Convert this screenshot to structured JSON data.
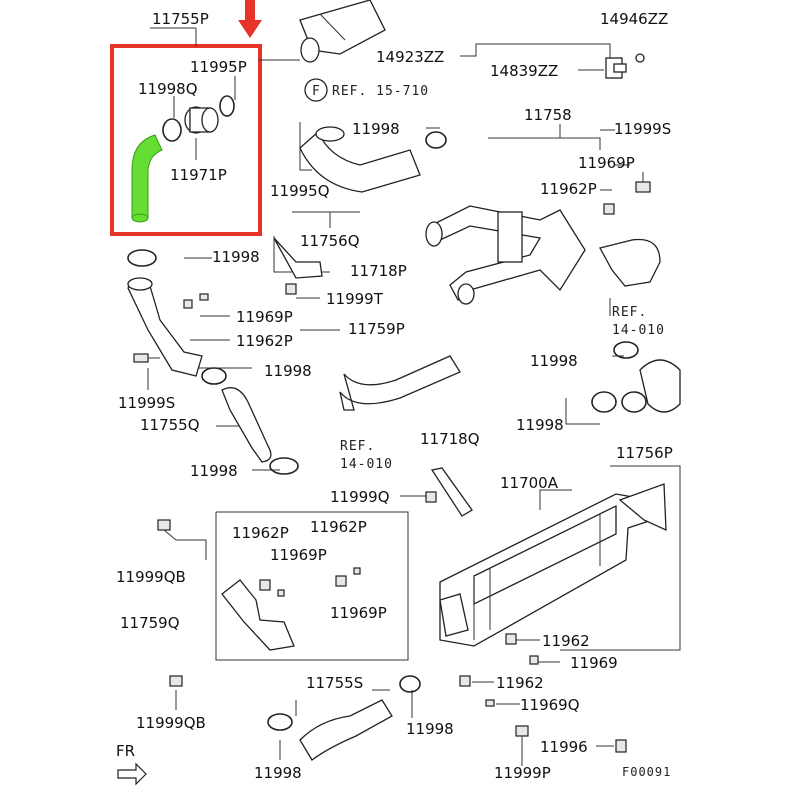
{
  "diagram": {
    "code": "F00091",
    "front_label": "FR",
    "highlight_color": "#66dd33",
    "marker_color": "#e8332a",
    "highlight_box_color": "#e8332a",
    "labels": {
      "p11755P": "11755P",
      "p14946ZZ": "14946ZZ",
      "p11995P": "11995P",
      "p14923ZZ": "14923ZZ",
      "p14839ZZ": "14839ZZ",
      "p11998Q": "11998Q",
      "refF": "F",
      "ref15_710": "REF. 15-710",
      "p11758": "11758",
      "p11998_a": "11998",
      "p11999S_a": "11999S",
      "p11971P": "11971P",
      "p11969P_a": "11969P",
      "p11962P_a": "11962P",
      "p11995Q": "11995Q",
      "p11756Q": "11756Q",
      "p11998_b": "11998",
      "p11718P": "11718P",
      "p11999T": "11999T",
      "p11969P_b": "11969P",
      "p11759P": "11759P",
      "p11962P_b": "11962P",
      "ref14_010_a": "REF.",
      "ref14_010_a2": "14-010",
      "p11998_c": "11998",
      "p11998_d": "11998",
      "p11999S_b": "11999S",
      "p11755Q": "11755Q",
      "p11998_e": "11998",
      "ref14_010_b": "REF.",
      "ref14_010_b2": "14-010",
      "p11718Q": "11718Q",
      "p11756P": "11756P",
      "p11998_f": "11998",
      "p11999Q": "11999Q",
      "p11700A": "11700A",
      "p11962P_c": "11962P",
      "p11962P_d": "11962P",
      "p11969P_c": "11969P",
      "p11999QB_a": "11999QB",
      "p11969P_d": "11969P",
      "p11759Q": "11759Q",
      "p11962": "11962",
      "p11969": "11969",
      "p11755S": "11755S",
      "p11962_b": "11962",
      "p11999QB_b": "11999QB",
      "p11969Q": "11969Q",
      "p11998_g": "11998",
      "p11996": "11996",
      "p11998_h": "11998",
      "p11999P": "11999P"
    }
  }
}
